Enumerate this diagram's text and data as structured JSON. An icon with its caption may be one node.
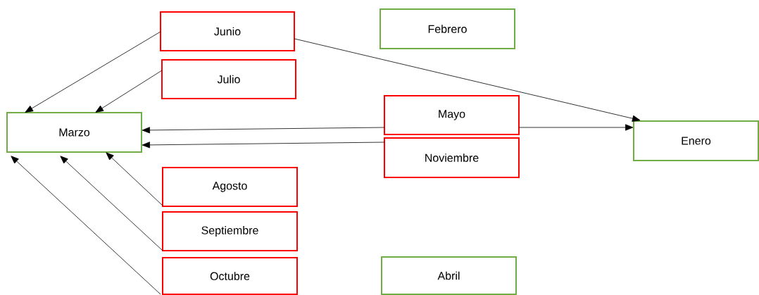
{
  "diagram": {
    "nodes": [
      {
        "text": [
          "Junio"
        ]
      },
      {
        "text": [
          "Febrero"
        ]
      },
      {
        "text": [
          "Julio"
        ]
      },
      {
        "text": [
          "Marzo"
        ]
      },
      {
        "text": [
          "Mayo"
        ]
      },
      {
        "text": [
          "Enero"
        ]
      },
      {
        "text": [
          "Noviembre"
        ]
      },
      {
        "text": [
          "Agosto"
        ]
      },
      {
        "text": [
          "Septiembre"
        ]
      },
      {
        "text": [
          "Octubre"
        ]
      },
      {
        "text": [
          "Abril"
        ]
      }
    ],
    "edges": [
      {
        "from": 0,
        "to": 3,
        "arrow": "to"
      },
      {
        "from": 2,
        "to": 3,
        "arrow": "to"
      },
      {
        "from": 0,
        "to": 5,
        "arrow": "to"
      },
      {
        "from": 4,
        "to": 3,
        "arrow": "to"
      },
      {
        "from": 4,
        "to": 5,
        "arrow": "to"
      },
      {
        "from": 6,
        "to": 3,
        "arrow": "to"
      },
      {
        "from": 7,
        "to": 3,
        "arrow": "to"
      },
      {
        "from": 8,
        "to": 3,
        "arrow": "to"
      },
      {
        "from": 9,
        "to": 3,
        "arrow": "to"
      }
    ]
  }
}
